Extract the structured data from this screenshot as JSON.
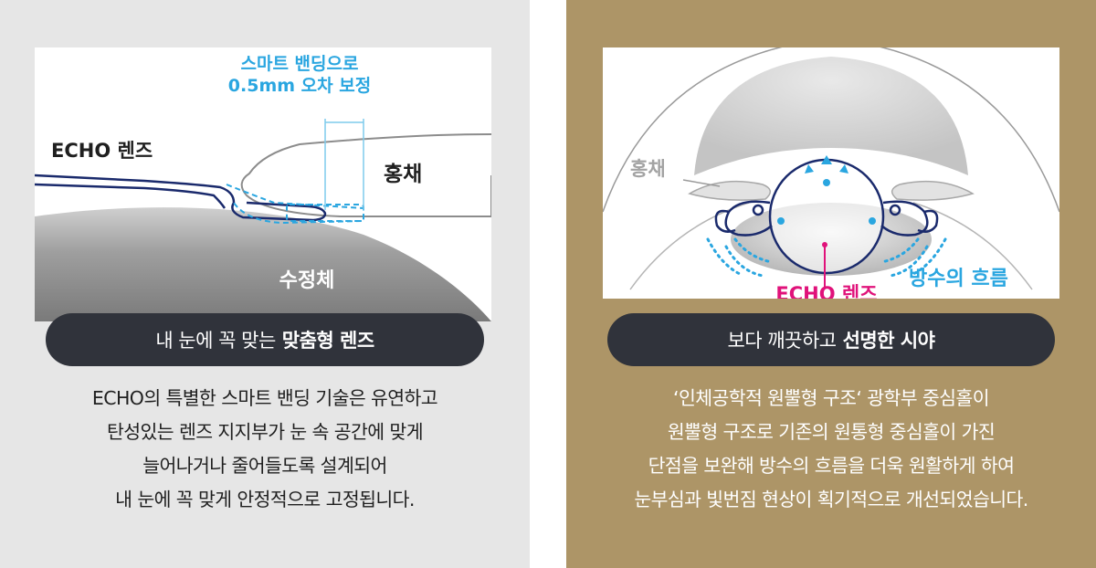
{
  "left_panel": {
    "labels": {
      "callout_line1": "스마트 밴딩으로",
      "callout_line2": "0.5mm 오차 보정",
      "lens": "ECHO 렌즈",
      "iris": "홍채",
      "crystalline_lens": "수정체"
    },
    "pill": {
      "normal": "내 눈에 꼭 맞는",
      "bold": "맞춤형 렌즈"
    },
    "description": [
      "ECHO의 특별한 스마트 밴딩 기술은 유연하고",
      "탄성있는 렌즈 지지부가 눈 속 공간에 맞게",
      "늘어나거나 줄어들도록 설계되어",
      "내 눈에 꼭 맞게 안정적으로 고정됩니다."
    ]
  },
  "right_panel": {
    "labels": {
      "iris": "홍채",
      "lens": "ECHO 렌즈",
      "flow": "방수의 흐름"
    },
    "pill": {
      "normal": "보다 깨끗하고",
      "bold": "선명한 시야"
    },
    "description": [
      "‘인체공학적 원뿔형 구조‘ 광학부 중심홀이",
      "원뿔형 구조로 기존의 원통형 중심홀이 가진",
      "단점을 보완해 방수의 흐름을 더욱 원활하게 하여",
      "눈부심과 빛번짐 현상이 획기적으로 개선되었습니다."
    ]
  },
  "colors": {
    "accent_blue": "#2aa6e0",
    "accent_magenta": "#e0127a",
    "navy": "#1a2a6c",
    "gold": "#ad9567",
    "pill": "#30333b"
  }
}
